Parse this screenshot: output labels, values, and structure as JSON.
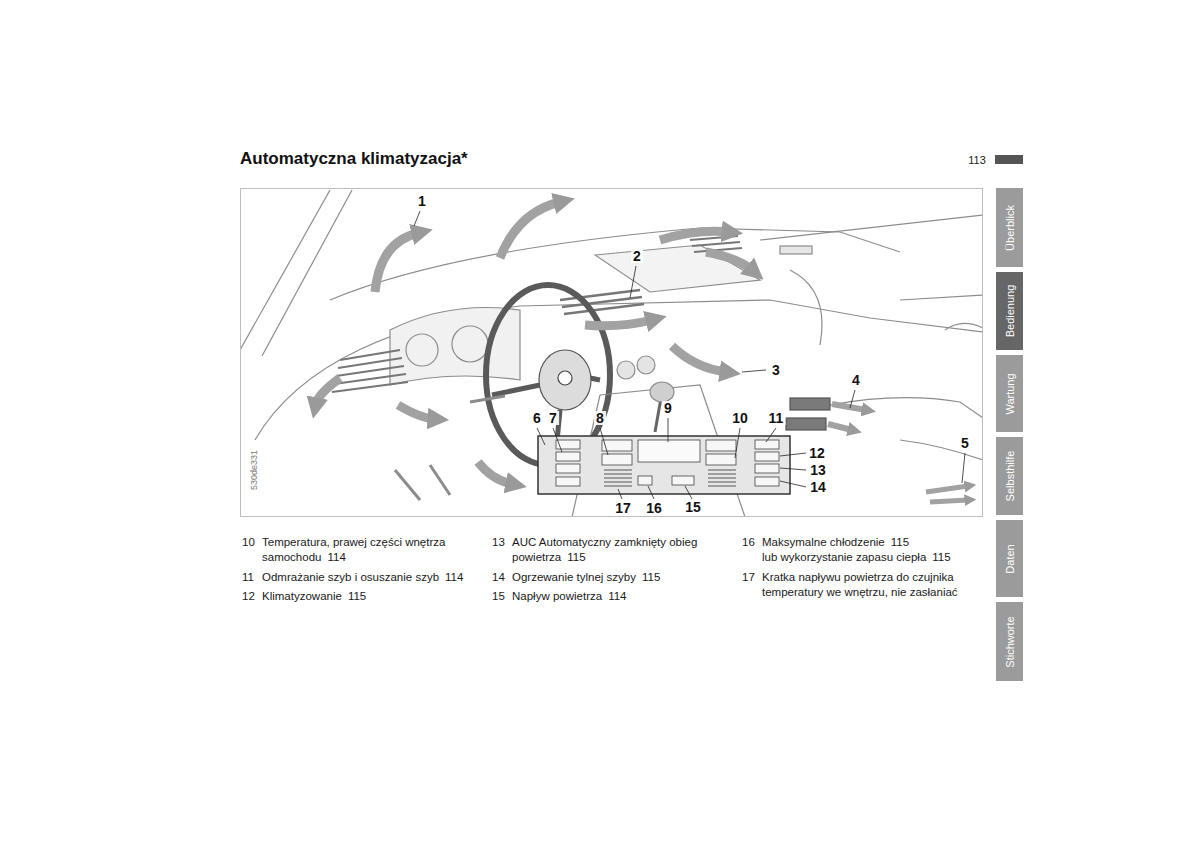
{
  "diagram": {
    "title": "Automatyczna klimatyzacja*",
    "nodes": [
      {
        "text": [
          "Überblick"
        ]
      },
      {
        "text": [
          "Bedienung"
        ]
      },
      {
        "text": [
          "Wartung"
        ]
      },
      {
        "text": [
          "Selbsthilfe"
        ]
      },
      {
        "text": [
          "Daten"
        ]
      },
      {
        "text": [
          "Stichworte"
        ]
      }
    ],
    "labels": [
      "113",
      "1",
      "2",
      "3",
      "4",
      "5",
      "6",
      "7",
      "8",
      "9",
      "10",
      "11",
      "12",
      "13",
      "14",
      "15",
      "16",
      "17",
      "530de331",
      "10",
      "Temperatura, prawej części wnętrza samochodu",
      "114",
      "11",
      "Odmrażanie szyb i osuszanie szyb",
      "114",
      "12",
      "Klimatyzowanie",
      "115",
      "13",
      "AUC Automatyczny zamknięty obieg powietrza",
      "115",
      "14",
      "Ogrzewanie tylnej szyby",
      "115",
      "15",
      "Napływ powietrza",
      "114",
      "16",
      "Maksymalne chłodzenie",
      "115",
      "lub wykorzystanie zapasu ciepła",
      "115",
      "17",
      "Kratka napływu powietrza do czujnika temperatury we wnętrzu, nie zasłaniać"
    ]
  }
}
